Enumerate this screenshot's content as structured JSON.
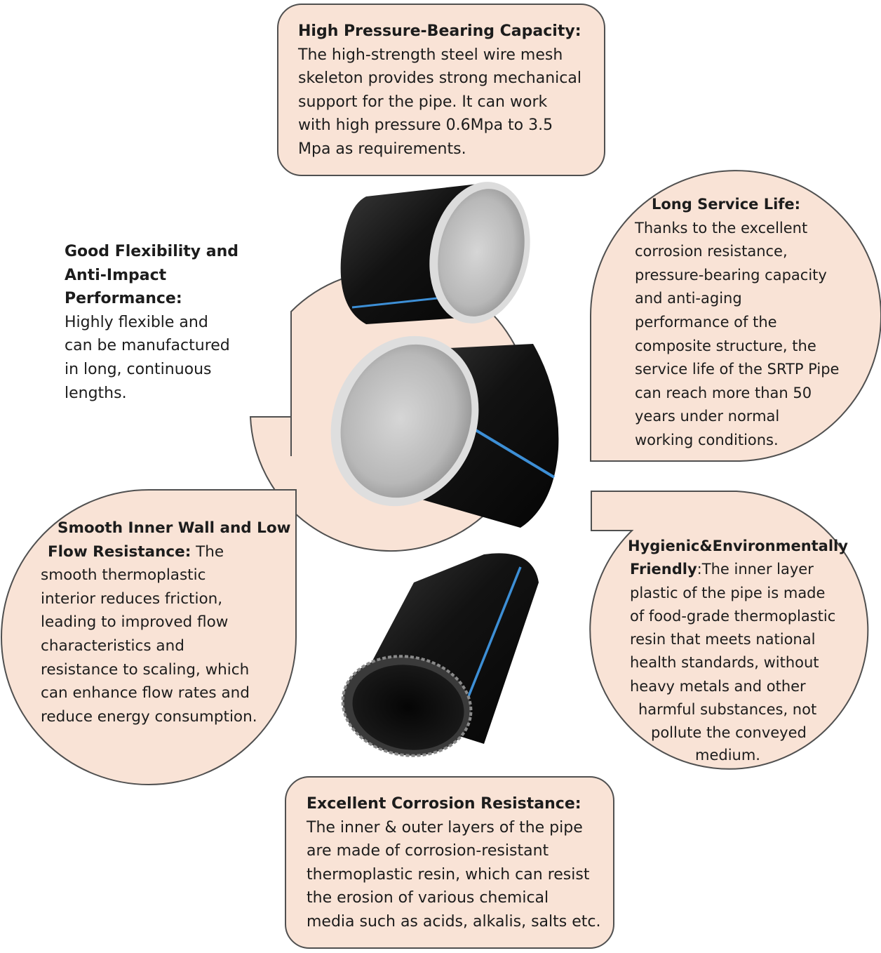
{
  "colors": {
    "bubble_fill": "#f9e3d6",
    "bubble_stroke": "#505050",
    "pipe_black": "#111111",
    "stripe_blue": "#3d8fd6",
    "inner_white": "#e6e6e6"
  },
  "pipe_images": [
    "pipe-top",
    "pipe-middle",
    "pipe-bottom"
  ],
  "cards": {
    "top": {
      "title": "High Pressure-Bearing Capacity:",
      "lines": [
        "The high-strength steel wire mesh",
        "skeleton provides strong mechanical",
        "support for the pipe. It can work",
        "with high pressure 0.6Mpa to 3.5",
        "Mpa as requirements."
      ]
    },
    "left_upper": {
      "title_lines": [
        "Good Flexibility and",
        "Anti-Impact",
        "Performance:"
      ],
      "lines": [
        "Highly flexible and",
        "can be manufactured",
        "in long, continuous",
        "lengths."
      ]
    },
    "right_upper": {
      "title": "Long Service Life:",
      "lines": [
        "Thanks to the excellent",
        "corrosion resistance,",
        "pressure-bearing capacity",
        "and anti-aging",
        "performance of the",
        "composite structure, the",
        "service life of the SRTP Pipe",
        "can reach more than 50",
        "years under normal",
        "working conditions."
      ]
    },
    "left_lower": {
      "title_line1": "Smooth Inner Wall and Low",
      "title_line2": "Flow Resistance:",
      "title_line2_rest": " The",
      "lines": [
        "smooth thermoplastic",
        "interior reduces friction,",
        "leading to improved flow",
        "characteristics and",
        "resistance to scaling, which",
        "can enhance flow rates and",
        "reduce energy consumption."
      ]
    },
    "right_lower": {
      "title_line1": "Hygienic&Environmentally",
      "title_line2": "Friendly",
      "title_line2_rest": ":The inner layer",
      "lines": [
        "plastic of the pipe is made",
        "of food-grade thermoplastic",
        "resin that meets national",
        "health standards, without",
        "heavy metals and other",
        "harmful substances, not",
        "pollute the conveyed",
        "medium."
      ]
    },
    "bottom": {
      "title": "Excellent Corrosion Resistance:",
      "lines": [
        "The inner & outer layers of the pipe",
        "are made of corrosion-resistant",
        "thermoplastic resin, which can resist",
        "the erosion of various chemical",
        "media such as acids, alkalis, salts etc."
      ]
    }
  }
}
